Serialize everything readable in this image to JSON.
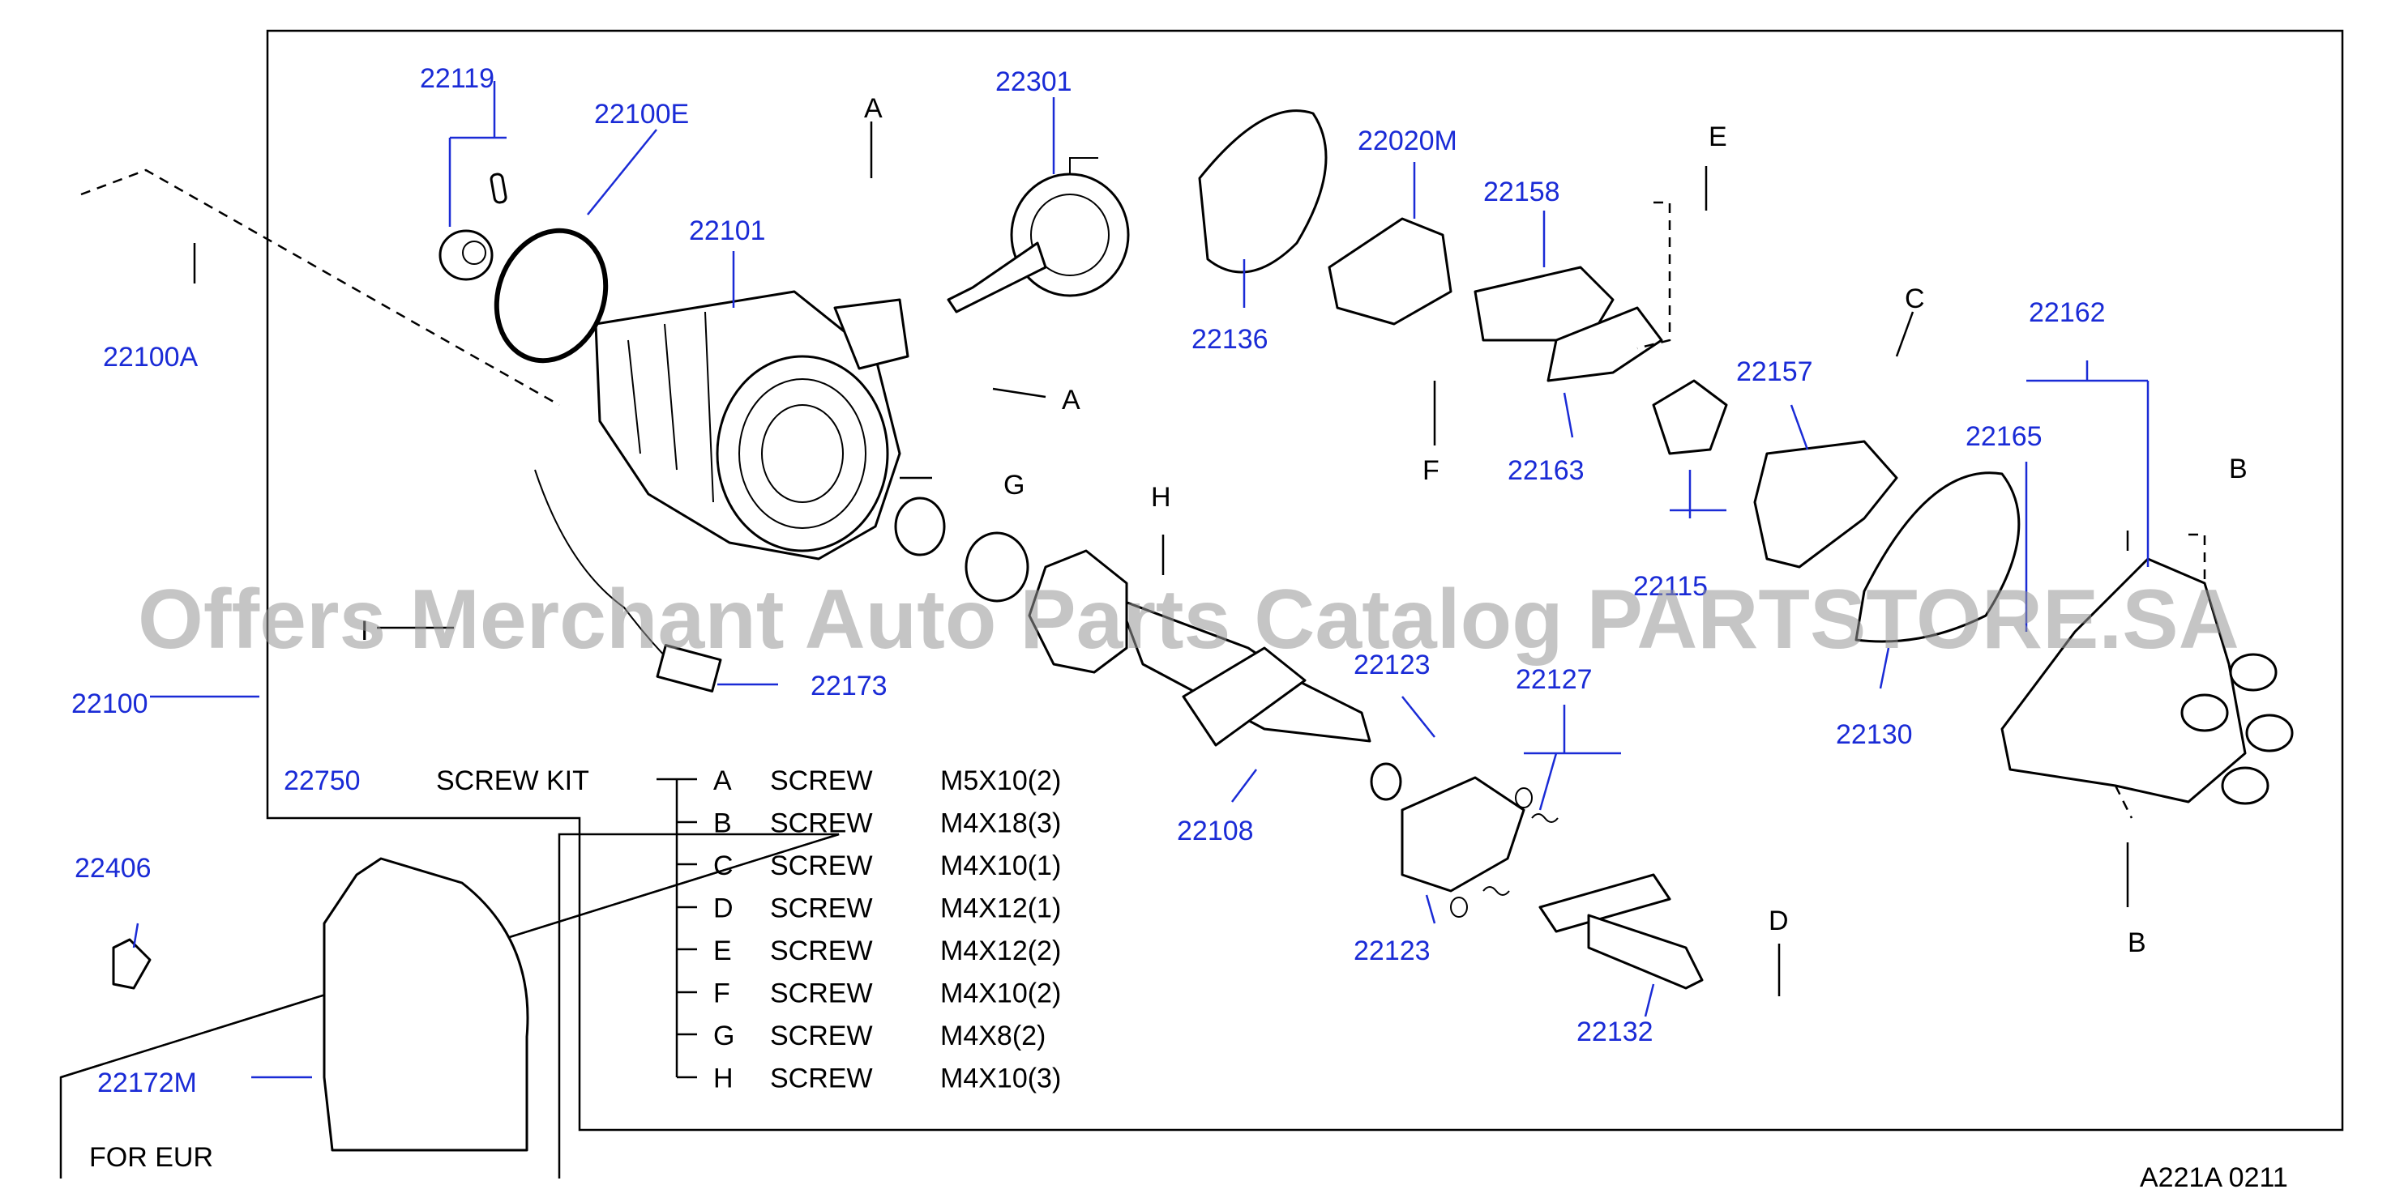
{
  "diagram": {
    "part_labels": {
      "p22119": "22119",
      "p22100E": "22100E",
      "p22301": "22301",
      "p22020M": "22020M",
      "p22158": "22158",
      "p22101": "22101",
      "p22100A": "22100A",
      "p22136": "22136",
      "p22157": "22157",
      "p22162": "22162",
      "p22165": "22165",
      "p22163": "22163",
      "p22115": "22115",
      "p22173": "22173",
      "p22100": "22100",
      "p22123a": "22123",
      "p22127": "22127",
      "p22130": "22130",
      "p22108": "22108",
      "p22123b": "22123",
      "p22406": "22406",
      "p22132": "22132",
      "p22172M": "22172M",
      "p22750": "22750"
    },
    "letter_labels": {
      "A1": "A",
      "A2": "A",
      "E": "E",
      "C": "C",
      "F": "F",
      "G": "G",
      "H": "H",
      "B1": "B",
      "B2": "B",
      "D": "D",
      "I": "I"
    },
    "screw_kit": {
      "title": "SCREW  KIT",
      "items": [
        {
          "letter": "A",
          "name": "SCREW",
          "spec": "M5X10(2)"
        },
        {
          "letter": "B",
          "name": "SCREW",
          "spec": "M4X18(3)"
        },
        {
          "letter": "C",
          "name": "SCREW",
          "spec": "M4X10(1)"
        },
        {
          "letter": "D",
          "name": "SCREW",
          "spec": "M4X12(1)"
        },
        {
          "letter": "E",
          "name": "SCREW",
          "spec": "M4X12(2)"
        },
        {
          "letter": "F",
          "name": "SCREW",
          "spec": "M4X10(2)"
        },
        {
          "letter": "G",
          "name": "SCREW",
          "spec": "M4X8(2)"
        },
        {
          "letter": "H",
          "name": "SCREW",
          "spec": "M4X10(3)"
        }
      ]
    },
    "inset_note": "FOR  EUR",
    "diagram_code": "A221A   0211",
    "watermark": "Offers Merchant Auto Parts Catalog PARTSTORE.SA"
  },
  "colors": {
    "part_number": "#1a2bd6",
    "line": "#000000",
    "watermark": "#969696"
  }
}
